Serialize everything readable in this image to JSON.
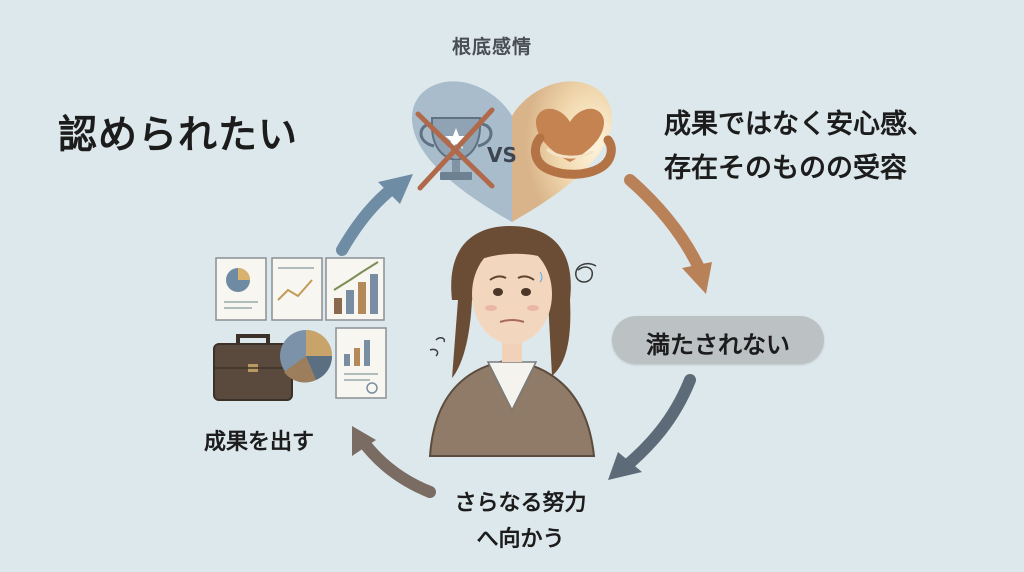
{
  "diagram": {
    "top_label": "根底感情",
    "heading": "認められたい",
    "need_line1": "成果ではなく安心感、",
    "need_line2": "存在そのものの受容",
    "vs": "VS",
    "steps": {
      "unfulfilled": "満たされない",
      "effort_line1": "さらなる努力",
      "effort_line2": "へ向かう",
      "deliver_results": "成果を出す"
    }
  },
  "colors": {
    "background": "#dde8ec",
    "arrow_blue": "#6e8ca3",
    "arrow_brown": "#b98158",
    "arrow_slate": "#5d6b78",
    "arrow_gray_brown": "#7a6c62",
    "heart_left": "#a9bccb",
    "heart_right": "#e6c498",
    "pill": "#bcc1c4"
  },
  "icons": [
    "trophy-crossed-icon",
    "heart-hands-icon",
    "document-charts-icon",
    "briefcase-icon",
    "pie-chart-icon",
    "worried-woman-illustration",
    "swirl-icon"
  ]
}
